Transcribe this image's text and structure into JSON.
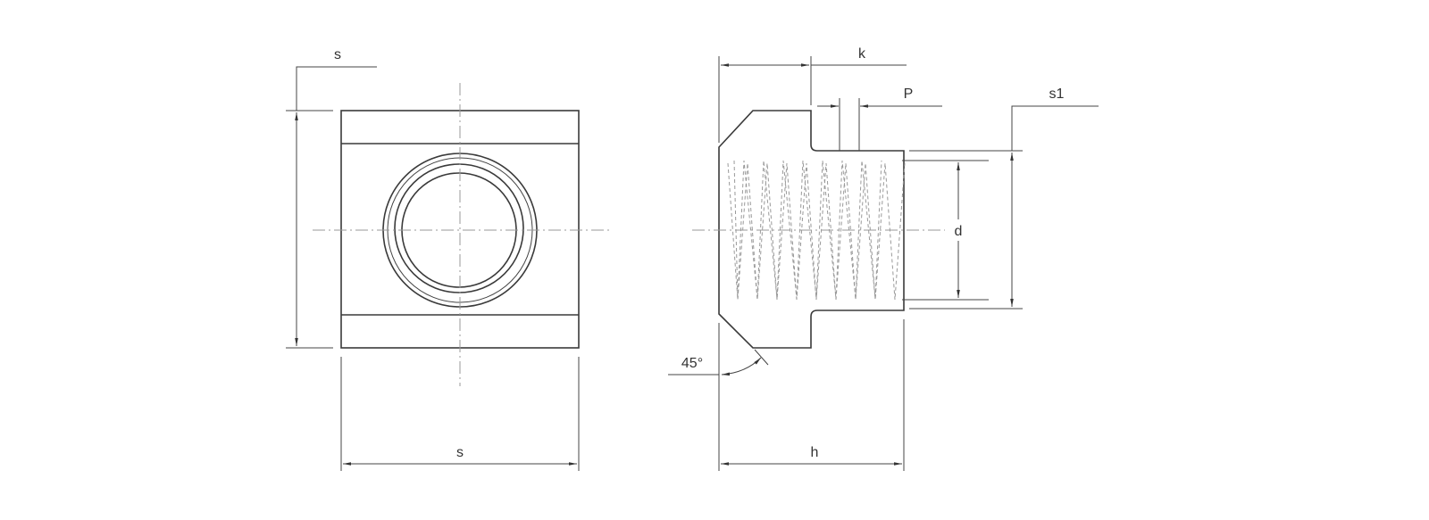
{
  "labels": {
    "front_top_s": "s",
    "front_bottom_s": "s",
    "side_k": "k",
    "side_p": "P",
    "side_s1": "s1",
    "side_d": "d",
    "side_h": "h",
    "side_angle": "45°"
  },
  "colors": {
    "line": "#3a3a3a",
    "centerline": "#999999"
  }
}
